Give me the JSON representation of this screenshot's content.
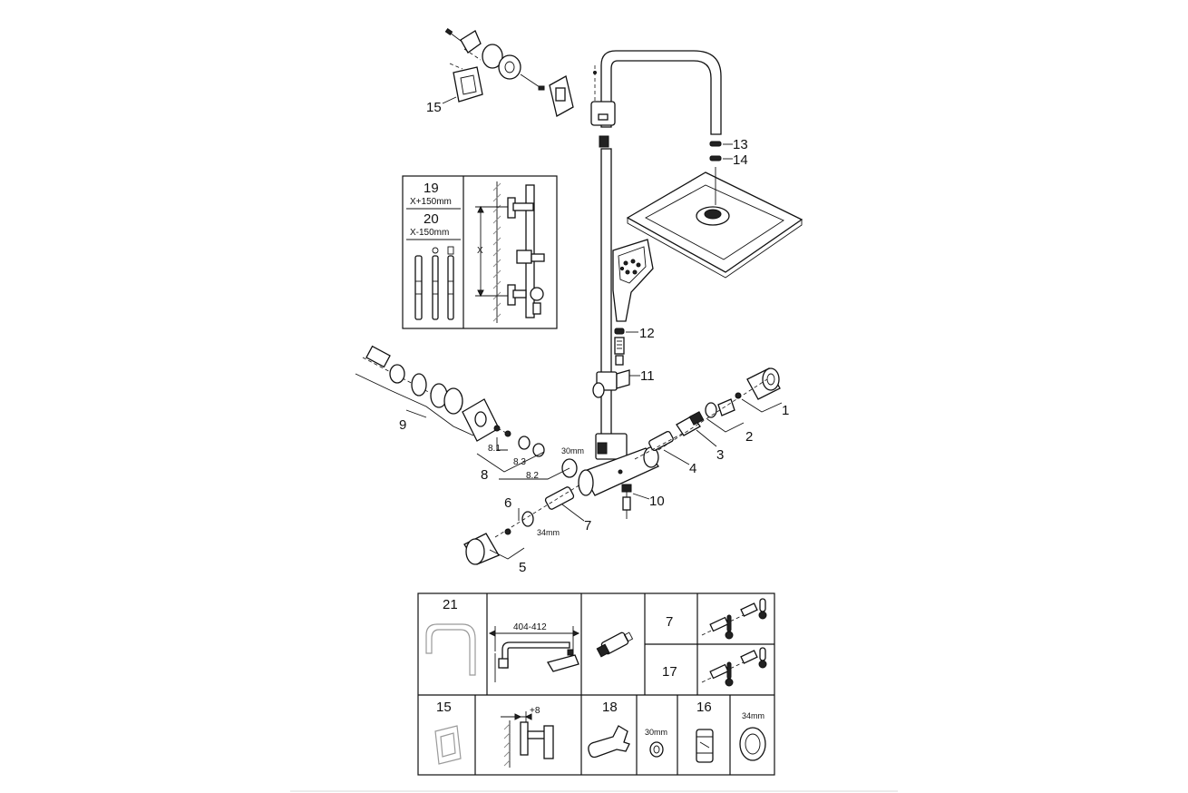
{
  "callouts": {
    "c1": "1",
    "c2": "2",
    "c3": "3",
    "c4": "4",
    "c5": "5",
    "c6": "6",
    "c7": "7",
    "c8": "8",
    "c8_1": "8.1",
    "c8_2": "8.2",
    "c8_3": "8.3",
    "c9": "9",
    "c10": "10",
    "c11": "11",
    "c12": "12",
    "c13": "13",
    "c14": "14",
    "c15": "15"
  },
  "dimensions": {
    "wrench_30": "30mm",
    "nut_34": "34mm"
  },
  "inset_pipes": {
    "num19": "19",
    "len19": "X+150mm",
    "num20": "20",
    "len20": "X-150mm",
    "x_label": "X"
  },
  "legend": {
    "r21": "21",
    "arm_dim": "404-412",
    "r7": "7",
    "r17": "17",
    "r15": "15",
    "offset": "+8",
    "r18": "18",
    "r18_size": "30mm",
    "r16": "16",
    "r16_size": "34mm"
  }
}
